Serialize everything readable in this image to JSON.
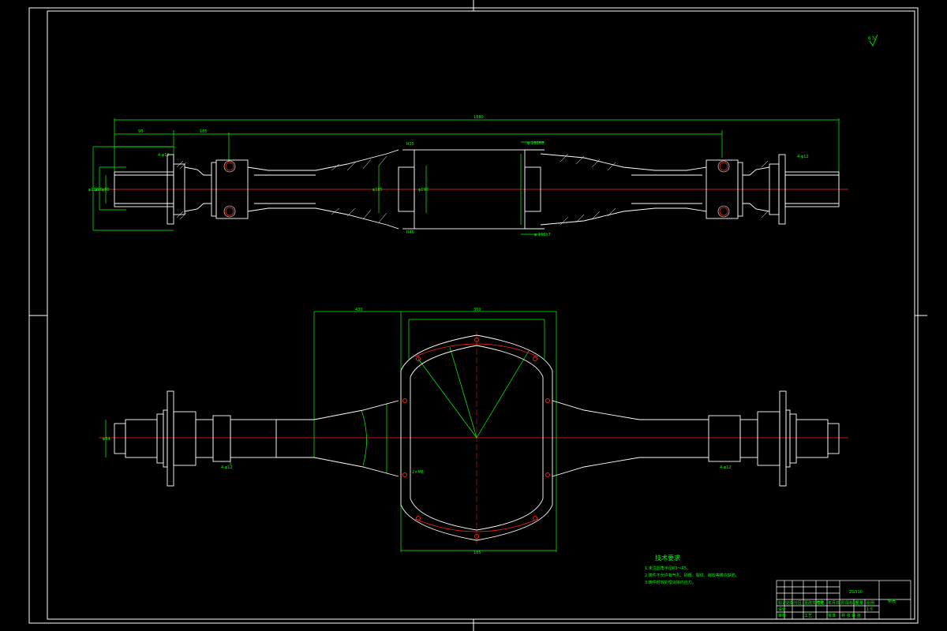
{
  "drawing": {
    "roughness_mark": "6.3/",
    "dimensions": {
      "overall_length": "1880",
      "left_flange_offset": "98",
      "left_hub_offset": "185",
      "center_width": "185",
      "bottom_center_width": "360",
      "bottom_left_span": "430",
      "radius_left": "R35",
      "radius_right": "R40",
      "tol_top": "φ 160H8",
      "tol_bottom": "φ 150h7",
      "bolt_left_top": "4-φ12",
      "bolt_right_top": "4-φ12",
      "bolt_bottom_left": "4-φ12",
      "bolt_bottom_right": "4-φ12",
      "side_dia_1": "φ80",
      "side_dia_2": "φ96",
      "side_dia_3": "φ120",
      "center_dia": "φ185",
      "center_dia_2": "φ190",
      "bottom_height": "φ64",
      "bottom_callout": "2×M8"
    },
    "tech_requirements": {
      "title": "技术要求",
      "lines": [
        "1.未注圆角半径R3～R5。",
        "2.铸件不允许有气孔、砂眼、裂纹、缩松等铸造缺陷。",
        "3.铸件时效处理消除内应力。"
      ]
    },
    "title_block": {
      "part_name": "桥壳",
      "material": "ZG310",
      "scale_label": "比例",
      "scale": "1:5",
      "weight_label": "重量",
      "sheet_label": "共 张 第 张",
      "row_labels": [
        "标记",
        "处数",
        "分区",
        "更改文件号",
        "签名",
        "年月日"
      ],
      "role_labels": [
        "设计",
        "审核",
        "工艺",
        "批准"
      ],
      "stage_label": "阶段标记"
    }
  }
}
